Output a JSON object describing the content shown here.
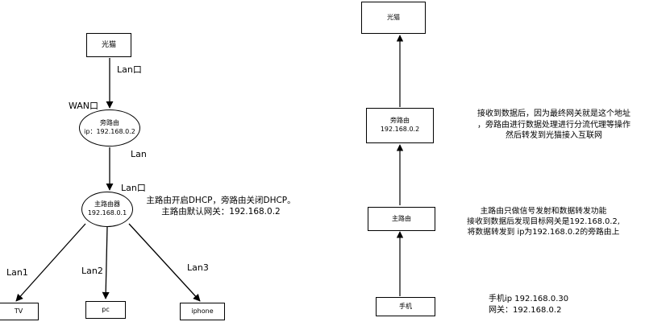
{
  "left_diagram": {
    "modem": {
      "label": "光猫"
    },
    "bypass_router": {
      "name": "旁路由",
      "ip": "ip：192.168.0.2"
    },
    "main_router": {
      "name": "主路由器",
      "ip": "192.168.0.1"
    },
    "devices": {
      "tv": "TV",
      "pc": "pc",
      "iphone": "iphone"
    },
    "edge_labels": {
      "modem_to_bypass": "Lan口",
      "wan_port": "WAN口",
      "bypass_out": "Lan",
      "main_in": "Lan口",
      "lan1": "Lan1",
      "lan2": "Lan2",
      "lan3": "Lan3"
    },
    "note_lines": [
      "主路由开启DHCP，旁路由关闭DHCP。",
      "主路由默认网关：192.168.0.2"
    ]
  },
  "right_diagram": {
    "modem": {
      "label": "光猫"
    },
    "bypass_router": {
      "name": "旁路由",
      "ip": "192.168.0.2"
    },
    "main_router": {
      "label": "主路由"
    },
    "phone": {
      "label": "手机"
    },
    "note_bypass_lines": [
      "接收到数据后，因为最终网关就是这个地址",
      "，旁路由进行数据处理进行分流代理等操作",
      "然后转发到光猫接入互联网"
    ],
    "note_main_lines": [
      "主路由只做信号发射和数据转发功能",
      "接收到数据后发现目标网关是192.168.0.2,",
      "将数据转发到 ip为192.168.0.2的旁路由上"
    ],
    "note_phone_lines": [
      "手机ip 192.168.0.30",
      "网关：192.168.0.2"
    ]
  }
}
